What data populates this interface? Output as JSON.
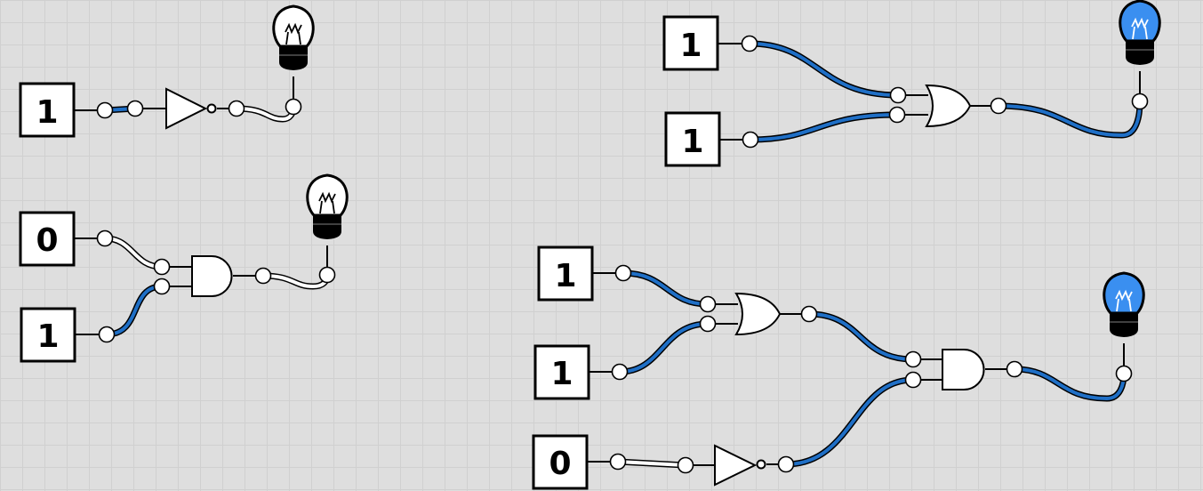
{
  "colors": {
    "on_wire": "#1f6fc6",
    "off_wire": "#ffffff",
    "stroke": "#000000",
    "bulb_on": "#3a8ff0",
    "bulb_off": "#ffffff"
  },
  "inputs": [
    {
      "id": "c1-in",
      "value": "1",
      "state": "on"
    },
    {
      "id": "c2-in-a",
      "value": "0",
      "state": "off"
    },
    {
      "id": "c2-in-b",
      "value": "1",
      "state": "on"
    },
    {
      "id": "c3-in-a",
      "value": "1",
      "state": "on"
    },
    {
      "id": "c3-in-b",
      "value": "1",
      "state": "on"
    },
    {
      "id": "c4-in-a",
      "value": "1",
      "state": "on"
    },
    {
      "id": "c4-in-b",
      "value": "1",
      "state": "on"
    },
    {
      "id": "c4-in-c",
      "value": "0",
      "state": "off"
    }
  ],
  "outputs": [
    {
      "id": "c1-bulb",
      "state": "off"
    },
    {
      "id": "c2-bulb",
      "state": "off"
    },
    {
      "id": "c3-bulb",
      "state": "on"
    },
    {
      "id": "c4-bulb",
      "state": "on"
    }
  ],
  "gates": [
    {
      "id": "c1-not",
      "type": "NOT"
    },
    {
      "id": "c2-and",
      "type": "AND"
    },
    {
      "id": "c3-or",
      "type": "OR"
    },
    {
      "id": "c4-or",
      "type": "OR"
    },
    {
      "id": "c4-and",
      "type": "AND"
    },
    {
      "id": "c4-not",
      "type": "NOT"
    }
  ]
}
